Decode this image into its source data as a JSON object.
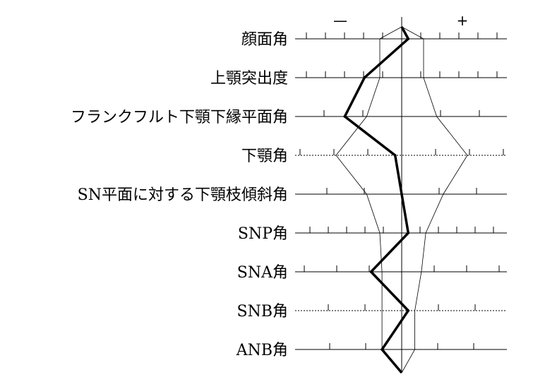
{
  "signs": {
    "minus": "—",
    "plus": "+"
  },
  "chart_data": {
    "type": "line",
    "rows": [
      {
        "label": "顔面角",
        "dashed": false
      },
      {
        "label": "上顎突出度",
        "dashed": false
      },
      {
        "label": "フランクフルト下顎下縁平面角",
        "dashed": false
      },
      {
        "label": "下顎角",
        "dashed": true
      },
      {
        "label": "SN平面に対する下顎枝傾斜角",
        "dashed": false
      },
      {
        "label": "SNP角",
        "dashed": false
      },
      {
        "label": "SNA角",
        "dashed": false
      },
      {
        "label": "SNB角",
        "dashed": true
      },
      {
        "label": "ANB角",
        "dashed": false
      }
    ],
    "patient_values": [
      0.3,
      -1.7,
      -2.6,
      -0.3,
      0.0,
      0.3,
      -1.4,
      0.3,
      -0.9
    ],
    "range_upper": [
      1.0,
      1.0,
      1.6,
      3.0,
      1.9,
      1.1,
      0.9,
      0.6,
      0.6
    ],
    "range_lower": [
      -1.0,
      -1.0,
      -1.6,
      -3.0,
      -1.6,
      -1.0,
      -0.9,
      -0.9,
      -0.9
    ],
    "xlim": [
      -5,
      5
    ]
  }
}
